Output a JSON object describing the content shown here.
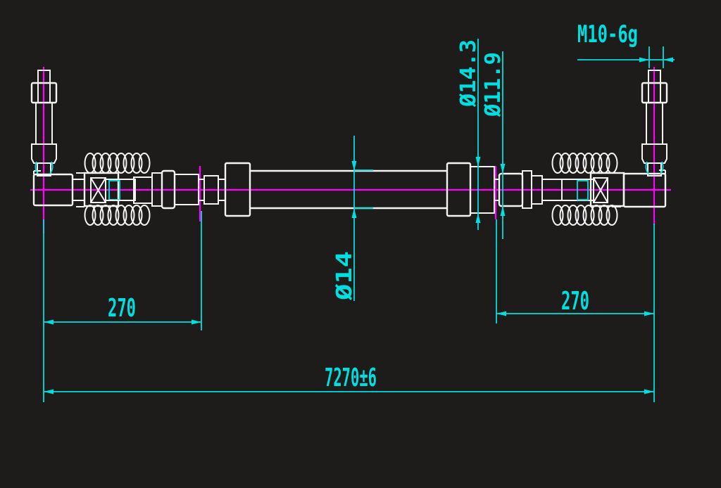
{
  "drawing": {
    "type": "cad-hose-assembly-drawing",
    "background_color": "#1e1b1b",
    "part_line_color": "#f4f4f4",
    "centerline_color": "#ff00ff",
    "dimension_color": "#00dfdf",
    "labels": {
      "thread_callout": "M10-6g",
      "dia_fitting_large": "Ø14.3",
      "dia_fitting_small": "Ø11.9",
      "dia_hose": "Ø14",
      "left_end_length": "270",
      "right_end_length": "270",
      "overall_length": "7270±6"
    }
  }
}
